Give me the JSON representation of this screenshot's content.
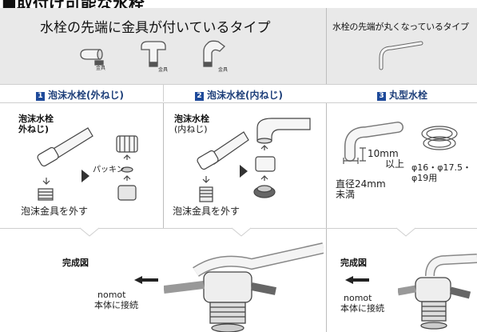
{
  "page_title": "■取付け可能な水栓",
  "top_left_heading": "水栓の先端に金具が付いているタイプ",
  "top_right_heading": "水栓の先端が丸くなっているタイプ",
  "fitting_label": "金具",
  "sections": [
    {
      "num": "1",
      "label": "泡沫水栓(外ねじ)"
    },
    {
      "num": "2",
      "label": "泡沫水栓(内ねじ)"
    },
    {
      "num": "3",
      "label": "丸型水栓"
    }
  ],
  "sec1": {
    "faucet_label_l1": "泡沫水栓",
    "faucet_label_l2": "外ねじ)",
    "packing_label": "パッキン",
    "remove_label": "泡沫金具を外す"
  },
  "sec2": {
    "faucet_label_l1": "泡沫水栓",
    "faucet_label_l2": "(内ねじ)",
    "remove_label": "泡沫金具を外す"
  },
  "sec3": {
    "height_l1": "10mm",
    "height_l2": "以上",
    "diameter_l1": "直径24mm",
    "diameter_l2": "未満",
    "sizes_l1": "φ16・φ17.5・",
    "sizes_l2": "φ19用"
  },
  "completion": {
    "label": "完成図",
    "connect_l1": "nomot",
    "connect_l2": "本体に接続"
  }
}
